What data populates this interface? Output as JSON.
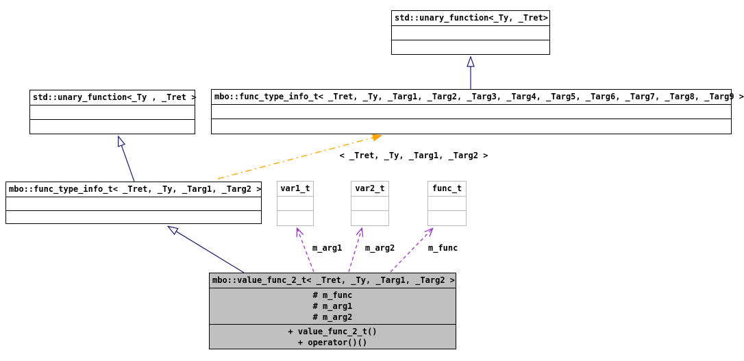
{
  "diagram": {
    "kind": "uml-class-diagram",
    "colors": {
      "inherit_arrow": "#191970",
      "template_arrow": "#ffa500",
      "usage_arrow": "#9a32cd",
      "focus_fill": "#c0c0c0",
      "box_border": "#000000",
      "grey_box_border": "#b8b8b8",
      "background": "#ffffff"
    },
    "classes": {
      "std_unary_top": {
        "title": "std::unary_function<_Ty, _Tret>"
      },
      "std_unary_left": {
        "title": "std::unary_function<_Ty , _Tret >"
      },
      "func_type_info_wide": {
        "title": "mbo::func_type_info_t< _Tret, _Ty, _Targ1, _Targ2, _Targ3, _Targ4, _Targ5, _Targ6, _Targ7, _Targ8, _Targ9 >"
      },
      "func_type_info_4": {
        "title": "mbo::func_type_info_t< _Tret, _Ty, _Targ1, _Targ2 >"
      },
      "var1": {
        "title": "var1_t"
      },
      "var2": {
        "title": "var2_t"
      },
      "func": {
        "title": "func_t"
      },
      "value_func": {
        "title": "mbo::value_func_2_t< _Tret, _Ty, _Targ1, _Targ2 >",
        "attributes": [
          "# m_func",
          "# m_arg1",
          "# m_arg2"
        ],
        "methods": [
          "+ value_func_2_t()",
          "+ operator()()"
        ]
      }
    },
    "edge_labels": {
      "template_args": "< _Tret, _Ty, _Targ1, _Targ2 >",
      "m_arg1": "m_arg1",
      "m_arg2": "m_arg2",
      "m_func": "m_func"
    }
  }
}
